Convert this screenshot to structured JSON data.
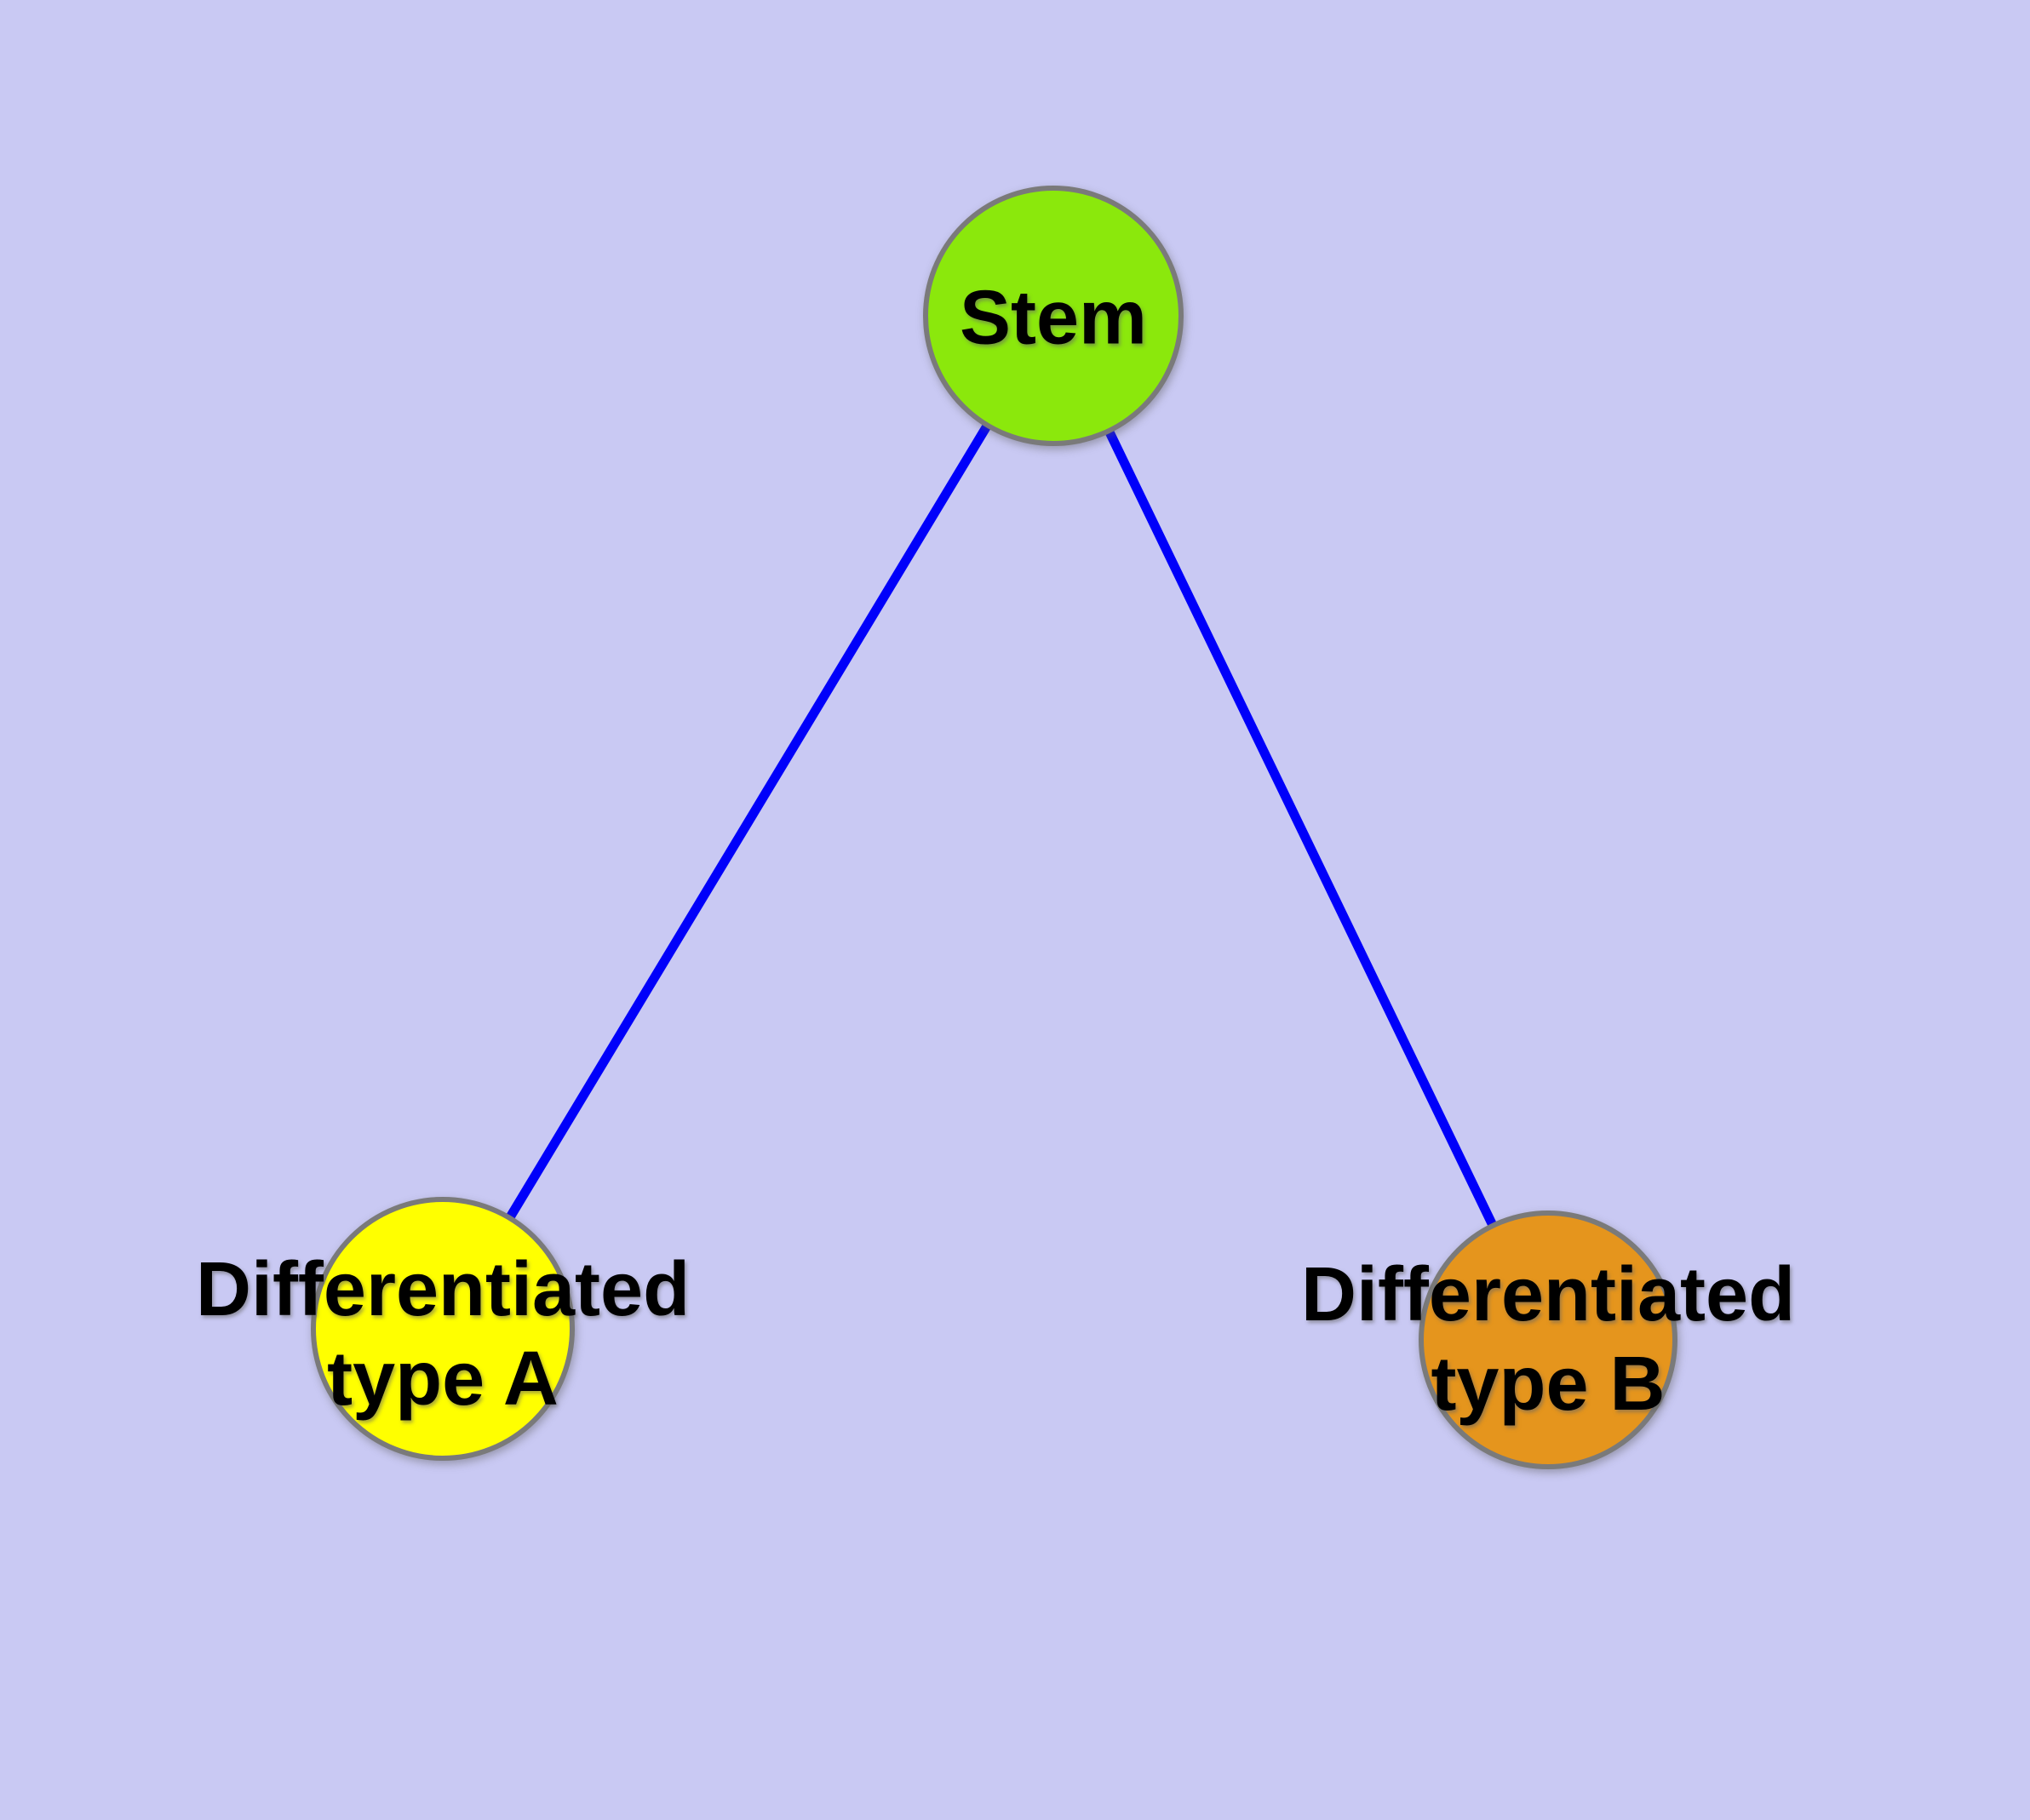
{
  "canvas": {
    "background_color": "#C9C9F3"
  },
  "graph": {
    "nodes": [
      {
        "id": "stem",
        "label": "Stem",
        "fill": "#8BE80C"
      },
      {
        "id": "differentiated-type-a",
        "label": "Differentiated\ntype A",
        "fill": "#FFFF00"
      },
      {
        "id": "differentiated-type-b",
        "label": "Differentiated\ntype B",
        "fill": "#E5951D"
      }
    ],
    "edges": [
      {
        "from": "stem",
        "to": "differentiated-type-a"
      },
      {
        "from": "stem",
        "to": "differentiated-type-b"
      }
    ],
    "colors": {
      "edge": "#0000FA",
      "node_border": "#7A7A7A",
      "label": "#000000"
    }
  }
}
